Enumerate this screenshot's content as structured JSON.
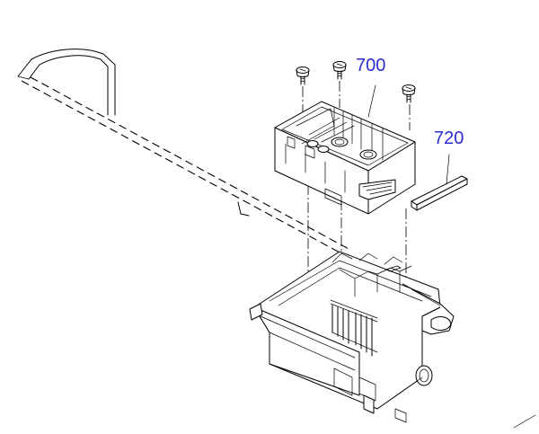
{
  "diagram": {
    "callouts": [
      {
        "id": "700",
        "label": "700"
      },
      {
        "id": "720",
        "label": "720"
      }
    ],
    "colors": {
      "callout": "#2b2bd6",
      "line": "#000000",
      "background": "#ffffff"
    }
  }
}
